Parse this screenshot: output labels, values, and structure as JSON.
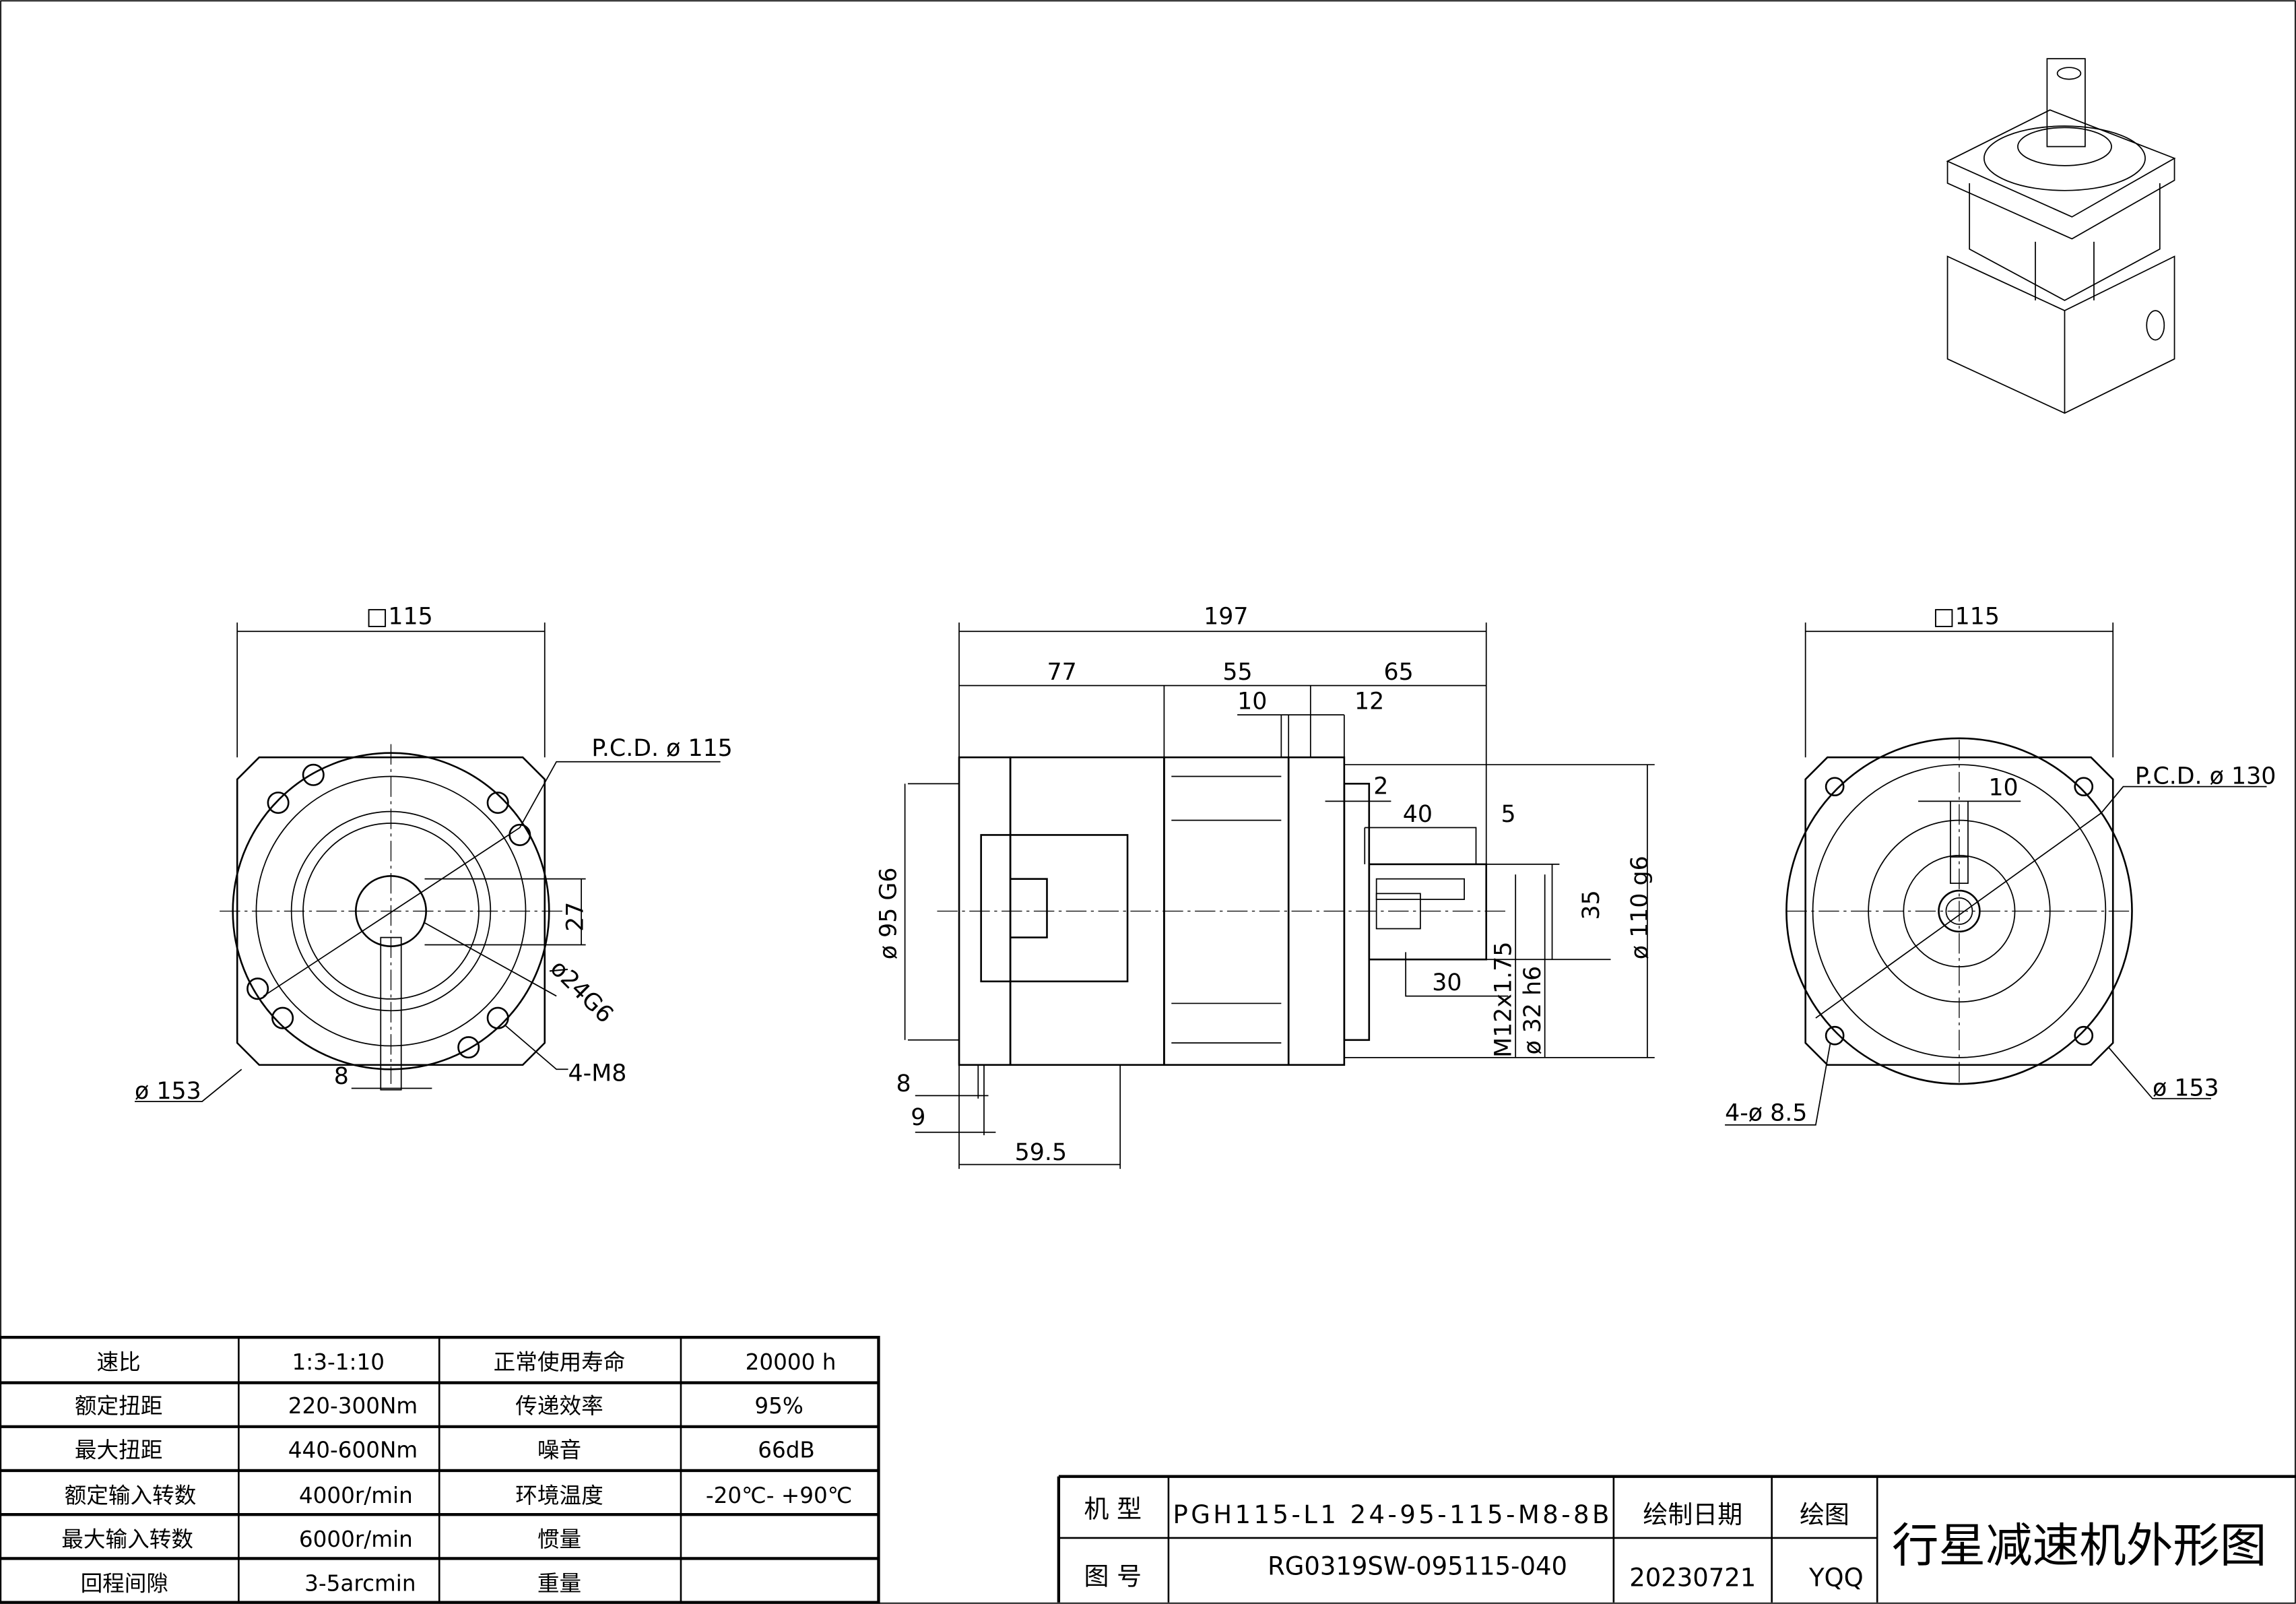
{
  "front_view": {
    "square": "□115",
    "pcd": "P.C.D. ø 115",
    "key_height": "27",
    "shaft_dia": "ø24G6",
    "holes": "4-M8",
    "outer_dia": "ø 153",
    "key_width": "8"
  },
  "side_view": {
    "total_length": "197",
    "len_a": "77",
    "len_b": "55",
    "len_c": "65",
    "len_d": "10",
    "len_e": "12",
    "len_f": "2",
    "key_len": "40",
    "key_offset": "5",
    "shaft_key_h": "35",
    "pilot_dia": "ø 110  g6",
    "input_dia": "ø 95 G6",
    "thread": "M12x1.75",
    "shaft_dia": "ø 32 h6",
    "thread_depth": "30",
    "d8": "8",
    "d9": "9",
    "d59": "59.5"
  },
  "rear_view": {
    "square": "□115",
    "pcd": "P.C.D. ø 130",
    "key_width": "10",
    "holes": "4-ø 8.5",
    "outer_dia": "ø 153"
  },
  "spec_table": {
    "rows": [
      [
        "速比",
        "1:3-1:10",
        "正常使用寿命",
        "20000  h"
      ],
      [
        "额定扭距",
        "220-300Nm",
        "传递效率",
        "95%"
      ],
      [
        "最大扭距",
        "440-600Nm",
        "噪音",
        "66dB"
      ],
      [
        "额定输入转数",
        "4000r/min",
        "环境温度",
        "-20℃- +90℃"
      ],
      [
        "最大输入转数",
        "6000r/min",
        "惯量",
        ""
      ],
      [
        "回程间隙",
        "3-5arcmin",
        "重量",
        ""
      ]
    ]
  },
  "title_block": {
    "model_label": "机 型",
    "model_value": "PGH115-L1 24-95-115-M8-8B",
    "drawing_no_label": "图 号",
    "drawing_no_value": "RG0319SW-095115-040",
    "date_label": "绘制日期",
    "date_value": "20230721",
    "drawer_label": "绘图",
    "drawer_value": "YQQ",
    "title": "行星减速机外形图"
  }
}
